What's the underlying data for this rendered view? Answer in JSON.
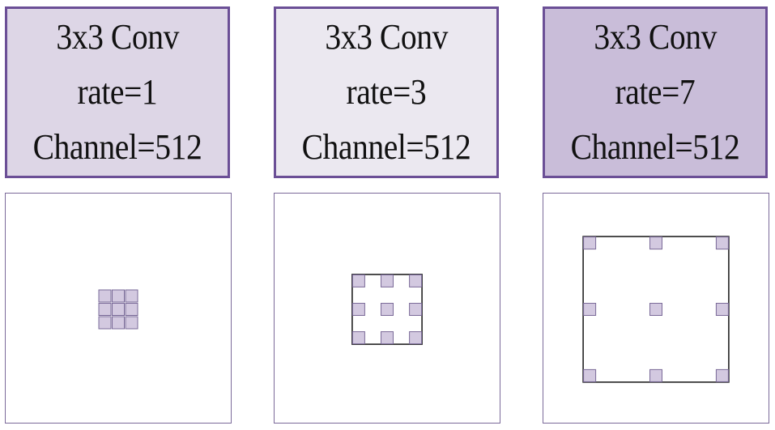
{
  "colors": {
    "box_border": "#6b4f96",
    "box_fills": [
      "#ddd6e6",
      "#ebe8f0",
      "#c9bdd9"
    ],
    "cell_fill": "#d3c9e0",
    "cell_stroke": "#7a6a98",
    "field_stroke": "#222222"
  },
  "panels": [
    {
      "title": "3x3 Conv",
      "rate_text": "rate=1",
      "channel_text": "Channel=512",
      "rate": 1
    },
    {
      "title": "3x3 Conv",
      "rate_text": "rate=3",
      "channel_text": "Channel=512",
      "rate": 3
    },
    {
      "title": "3x3 Conv",
      "rate_text": "rate=7",
      "channel_text": "Channel=512",
      "rate": 7
    }
  ]
}
